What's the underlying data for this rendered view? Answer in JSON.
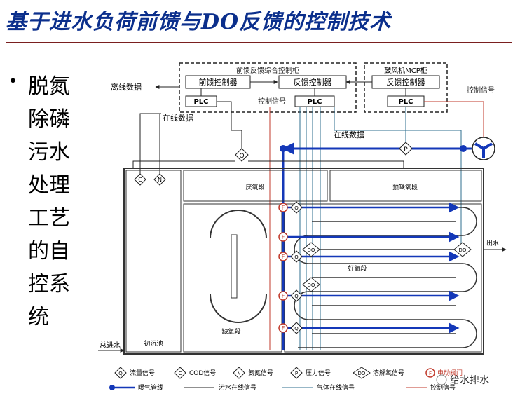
{
  "slide": {
    "title": "基于进水负荷前馈与DO反馈的控制技术",
    "bullet": "•",
    "side_text": "脱氮除磷污水处理工艺的自控系统"
  },
  "diagram": {
    "cabinet1_title": "前馈反馈综合控制柜",
    "feedforward_controller": "前馈控制器",
    "feedback_controller": "反馈控制器",
    "plc": "PLC",
    "cabinet2_title": "鼓风机MCP柜",
    "feedback_controller2": "反馈控制器",
    "offline_data": "离线数据",
    "online_data_1": "在线数据",
    "online_data_2": "在线数据",
    "control_signal_1": "控制信号",
    "control_signal_2": "控制信号",
    "zone_anaerobic": "厌氧段",
    "zone_pre_anoxic": "预缺氧段",
    "zone_aerobic": "好氧段",
    "zone_anoxic": "缺氧段",
    "zone_primary": "初沉池",
    "inlet": "总进水",
    "outlet": "出水",
    "sym_q": "Q",
    "sym_c": "C",
    "sym_n": "N",
    "sym_p": "P",
    "sym_do": "DO",
    "sym_f": "F"
  },
  "legend": {
    "flow": "流量信号",
    "cod": "COD信号",
    "nh": "氨氮信号",
    "pressure": "压力信号",
    "do": "溶解氧信号",
    "valve": "电动阀门",
    "aeration": "曝气管线",
    "sewage_online": "污水在线信号",
    "gas_online": "气体在线信号",
    "control_sig": "控制信号"
  },
  "watermark": "给水排水",
  "colors": {
    "title": "#0b2f8c",
    "air_line": "#1438b8",
    "gas_signal": "#2f6f8f",
    "control": "#c0392b",
    "frame": "#333333"
  }
}
